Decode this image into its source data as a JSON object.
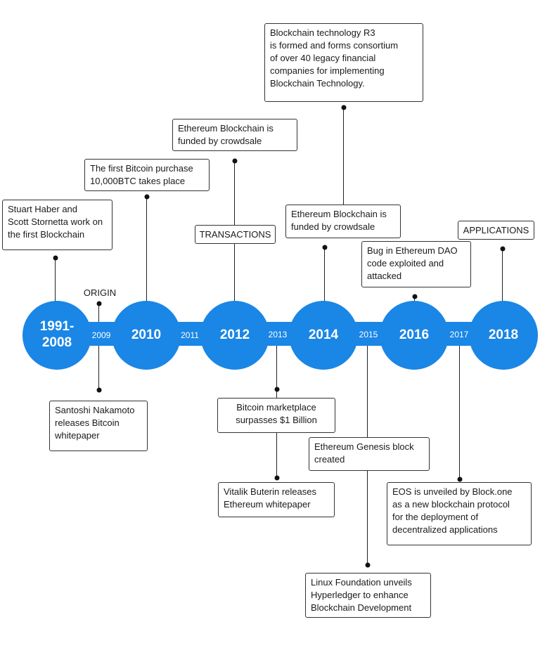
{
  "milestones": {
    "m1991": "1991-\n2008",
    "m2010": "2010",
    "m2012": "2012",
    "m2014": "2014",
    "m2016": "2016",
    "m2018": "2018"
  },
  "minor_years": {
    "y2009": "2009",
    "y2011": "2011",
    "y2013": "2013",
    "y2015": "2015",
    "y2017": "2017"
  },
  "phases": {
    "origin": "ORIGIN",
    "transactions": "TRANSACTIONS",
    "applications": "APPLICATIONS"
  },
  "events": {
    "haber": "Stuart Haber and\nScott Stornetta work on\nthe first Blockchain",
    "nakamoto": "Santoshi Nakamoto\nreleases Bitcoin\nwhitepaper",
    "bitcoin_purchase": "The first Bitcoin purchase\n10,000BTC takes place",
    "eth_crowdsale_1": "Ethereum Blockchain is\nfunded by crowdsale",
    "marketplace": "Bitcoin marketplace\nsurpasses $1 Billion",
    "vitalik": "Vitalik Buterin releases\nEthereum whitepaper",
    "r3": "Blockchain technology R3\nis formed and forms consortium\nof over 40 legacy financial\ncompanies for implementing\nBlockchain Technology.",
    "eth_crowdsale_2": "Ethereum Blockchain is\nfunded by crowdsale",
    "genesis": "Ethereum Genesis block\ncreated",
    "hyperledger": "Linux Foundation unveils\nHyperledger to enhance\nBlockchain Development",
    "dao": "Bug in Ethereum DAO\ncode exploited and\nattacked",
    "eos": "EOS is unveiled by Block.one\nas a new blockchain protocol\nfor the deployment of\ndecentralized applications"
  },
  "colors": {
    "accent": "#1a86e6",
    "connector": "#222222"
  }
}
